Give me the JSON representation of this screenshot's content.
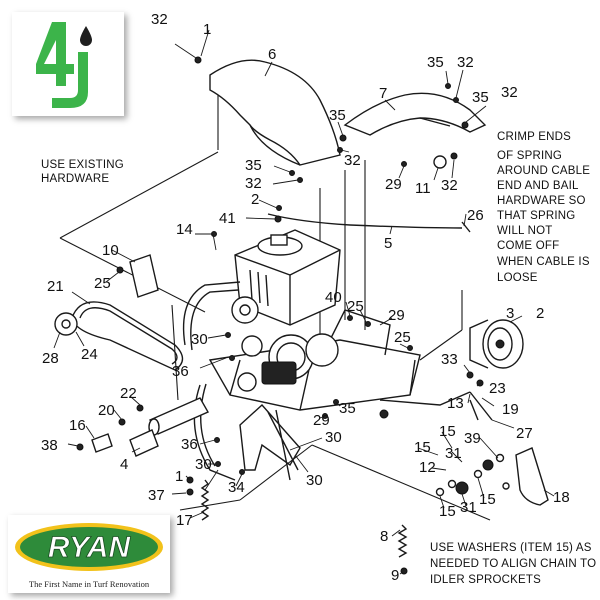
{
  "logos": {
    "brand_4j_icon": "4J-logo-icon",
    "brand_4j_color": "#3cb44a",
    "ryan_wordmark": "RYAN",
    "ryan_tagline": "The First Name in Turf Renovation",
    "ryan_green": "#2e8b3a",
    "ryan_yellow": "#f2c21b"
  },
  "notes": {
    "existing_hardware": [
      "USE EXISTING",
      "HARDWARE"
    ],
    "crimp": [
      "CRIMP ENDS",
      "OF SPRING",
      "AROUND CABLE",
      "END AND BAIL",
      "HARDWARE SO",
      "THAT SPRING",
      "WILL NOT",
      "COME OFF",
      "WHEN CABLE IS",
      "LOOSE"
    ],
    "washers": [
      "USE WASHERS (ITEM 15) AS",
      "NEEDED TO ALIGN CHAIN TO",
      "IDLER SPROCKETS"
    ]
  },
  "callouts": [
    {
      "id": "c1a",
      "text": "32"
    },
    {
      "id": "c1b",
      "text": "1"
    },
    {
      "id": "c6",
      "text": "6"
    },
    {
      "id": "c35a",
      "text": "35"
    },
    {
      "id": "c32a",
      "text": "32"
    },
    {
      "id": "c7",
      "text": "7"
    },
    {
      "id": "c35b",
      "text": "35"
    },
    {
      "id": "c32b",
      "text": "32"
    },
    {
      "id": "c35c",
      "text": "35"
    },
    {
      "id": "c32c",
      "text": "32"
    },
    {
      "id": "c35d",
      "text": "35"
    },
    {
      "id": "c32d",
      "text": "32"
    },
    {
      "id": "c29a",
      "text": "29"
    },
    {
      "id": "c11",
      "text": "11"
    },
    {
      "id": "c32e",
      "text": "32"
    },
    {
      "id": "c2a",
      "text": "2"
    },
    {
      "id": "c41",
      "text": "41"
    },
    {
      "id": "c5",
      "text": "5"
    },
    {
      "id": "c26",
      "text": "26"
    },
    {
      "id": "c14",
      "text": "14"
    },
    {
      "id": "c10",
      "text": "10"
    },
    {
      "id": "c25a",
      "text": "25"
    },
    {
      "id": "c21",
      "text": "21"
    },
    {
      "id": "c40",
      "text": "40"
    },
    {
      "id": "c25b",
      "text": "25"
    },
    {
      "id": "c29b",
      "text": "29"
    },
    {
      "id": "c3",
      "text": "3"
    },
    {
      "id": "c2b",
      "text": "2"
    },
    {
      "id": "c25c",
      "text": "25"
    },
    {
      "id": "c30a",
      "text": "30"
    },
    {
      "id": "c28",
      "text": "28"
    },
    {
      "id": "c24",
      "text": "24"
    },
    {
      "id": "c36a",
      "text": "36"
    },
    {
      "id": "c33",
      "text": "33"
    },
    {
      "id": "c23",
      "text": "23"
    },
    {
      "id": "c22",
      "text": "22"
    },
    {
      "id": "c20",
      "text": "20"
    },
    {
      "id": "c13",
      "text": "13"
    },
    {
      "id": "c19",
      "text": "19"
    },
    {
      "id": "c35e",
      "text": "35"
    },
    {
      "id": "c29c",
      "text": "29"
    },
    {
      "id": "c27",
      "text": "27"
    },
    {
      "id": "c16",
      "text": "16"
    },
    {
      "id": "c30b",
      "text": "30"
    },
    {
      "id": "c15a",
      "text": "15"
    },
    {
      "id": "c39",
      "text": "39"
    },
    {
      "id": "c38",
      "text": "38"
    },
    {
      "id": "c36b",
      "text": "36"
    },
    {
      "id": "c15b",
      "text": "15"
    },
    {
      "id": "c31a",
      "text": "31"
    },
    {
      "id": "c4",
      "text": "4"
    },
    {
      "id": "c30c",
      "text": "30"
    },
    {
      "id": "c12",
      "text": "12"
    },
    {
      "id": "c1c",
      "text": "1"
    },
    {
      "id": "c30d",
      "text": "30"
    },
    {
      "id": "c34",
      "text": "34"
    },
    {
      "id": "c18",
      "text": "18"
    },
    {
      "id": "c37",
      "text": "37"
    },
    {
      "id": "c15c",
      "text": "15"
    },
    {
      "id": "c31b",
      "text": "31"
    },
    {
      "id": "c15d",
      "text": "15"
    },
    {
      "id": "c17",
      "text": "17"
    },
    {
      "id": "c8",
      "text": "8"
    },
    {
      "id": "c9",
      "text": "9"
    }
  ]
}
